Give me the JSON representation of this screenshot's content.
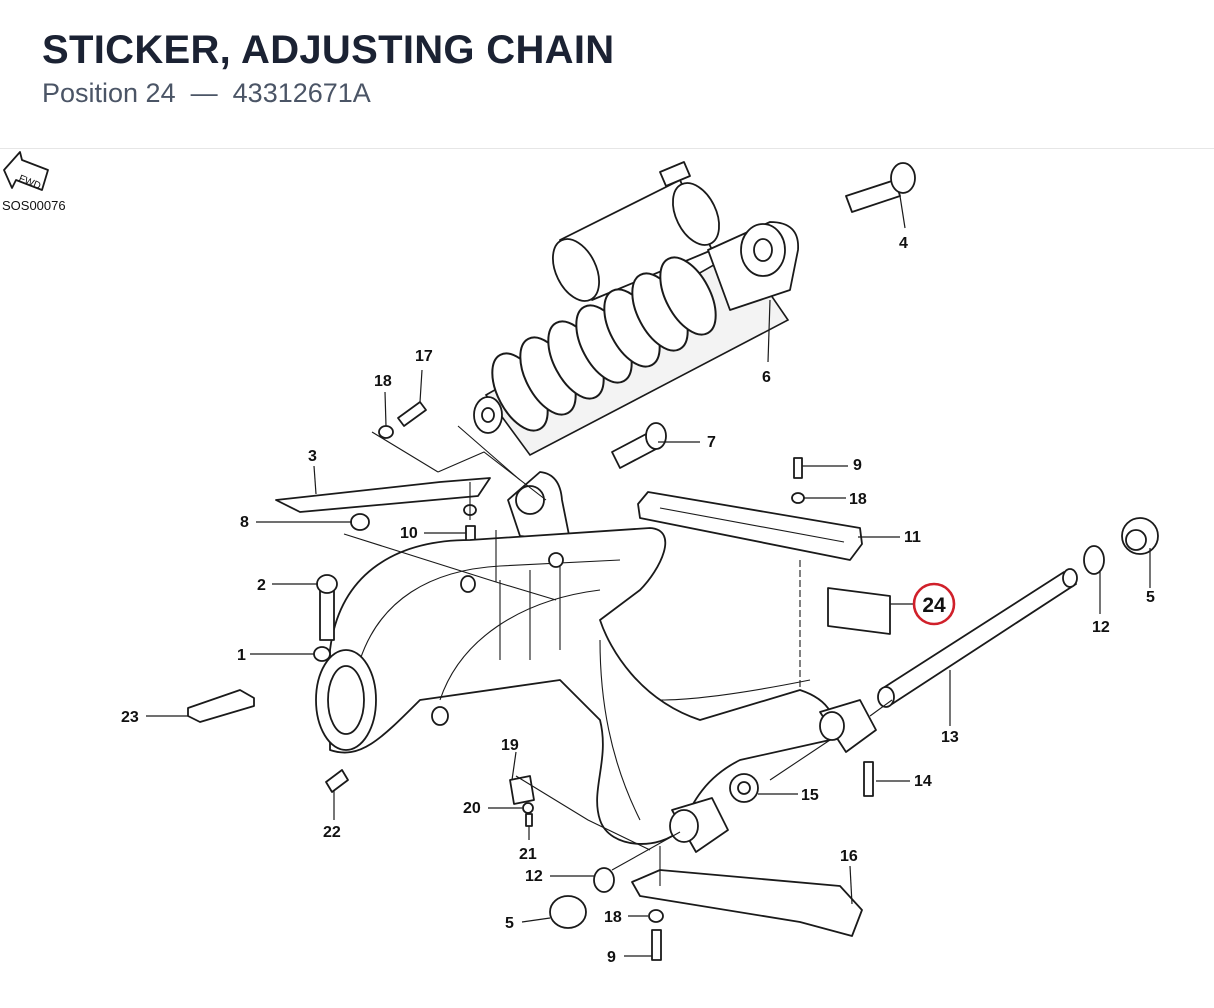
{
  "header": {
    "title": "STICKER, ADJUSTING CHAIN",
    "position_label": "Position 24",
    "separator": "—",
    "part_number": "43312671A"
  },
  "diagram": {
    "fwd_label": "FWD",
    "reference_code": "SOS00076",
    "highlighted_callout": "24",
    "highlight_color": "#d0202a",
    "callouts": {
      "c1": "1",
      "c2": "2",
      "c3": "3",
      "c4": "4",
      "c5a": "5",
      "c5b": "5",
      "c6": "6",
      "c7": "7",
      "c8": "8",
      "c9a": "9",
      "c9b": "9",
      "c10": "10",
      "c11": "11",
      "c12a": "12",
      "c12b": "12",
      "c13": "13",
      "c14": "14",
      "c15": "15",
      "c16": "16",
      "c17": "17",
      "c18a": "18",
      "c18b": "18",
      "c18c": "18",
      "c19": "19",
      "c20": "20",
      "c21": "21",
      "c22": "22",
      "c23": "23",
      "c24": "24"
    }
  }
}
